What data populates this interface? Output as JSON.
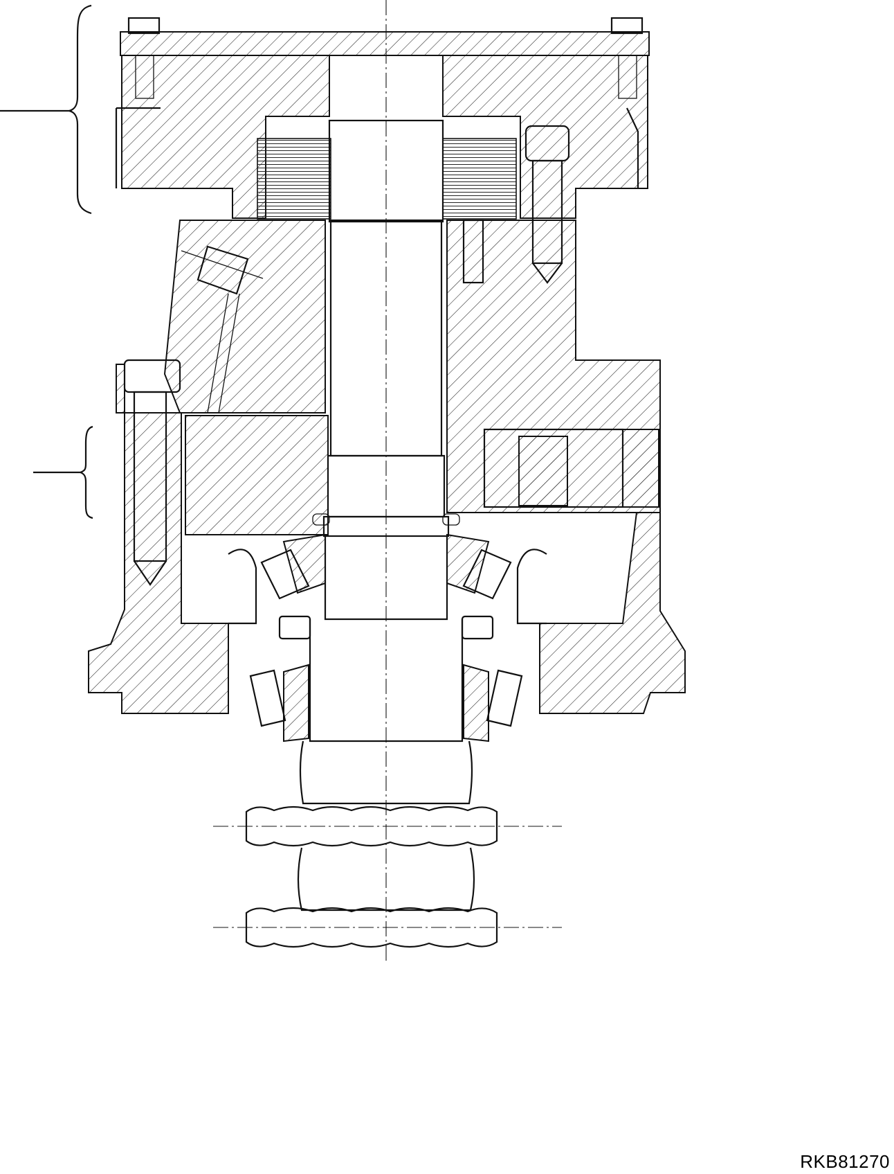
{
  "figure": {
    "code": "RKB81270",
    "callouts": [
      "upper-assembly-bracket",
      "middle-assembly-bracket",
      "leader-line"
    ],
    "line_color": "#111111",
    "background_color": "#ffffff"
  }
}
